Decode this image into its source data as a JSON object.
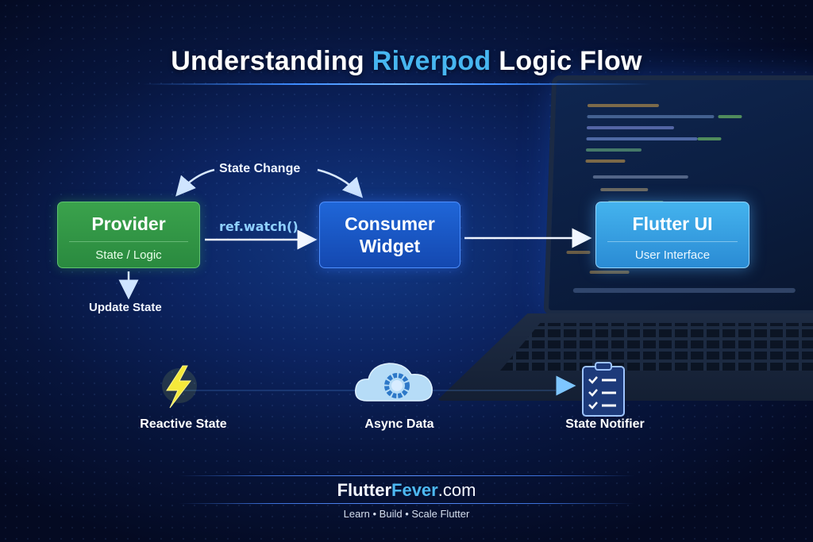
{
  "title": {
    "prefix": "Understanding",
    "accent": "Riverpod",
    "suffix": "Logic Flow"
  },
  "colors": {
    "accent": "#47b6f0",
    "provider": "#2f9343",
    "consumer": "#1a56c4",
    "flutter_ui": "#3aa2e4",
    "background": "#07153d"
  },
  "nodes": {
    "provider": {
      "title": "Provider",
      "subtitle": "State / Logic"
    },
    "consumer": {
      "title_line1": "Consumer",
      "title_line2": "Widget"
    },
    "flutter_ui": {
      "title": "Flutter UI",
      "subtitle": "User Interface"
    }
  },
  "edges": {
    "state_change": "State Change",
    "ref_watch": "ref.watch()",
    "update_state": "Update State"
  },
  "features": [
    {
      "label": "Reactive State",
      "icon": "lightning-icon"
    },
    {
      "label": "Async Data",
      "icon": "cloud-icon"
    },
    {
      "label": "State Notifier",
      "icon": "clipboard-checklist-icon"
    }
  ],
  "footer": {
    "brand_a": "Flutter",
    "brand_b": "Fever",
    "brand_c": ".com",
    "tagline": "Learn • Build • Scale Flutter"
  }
}
